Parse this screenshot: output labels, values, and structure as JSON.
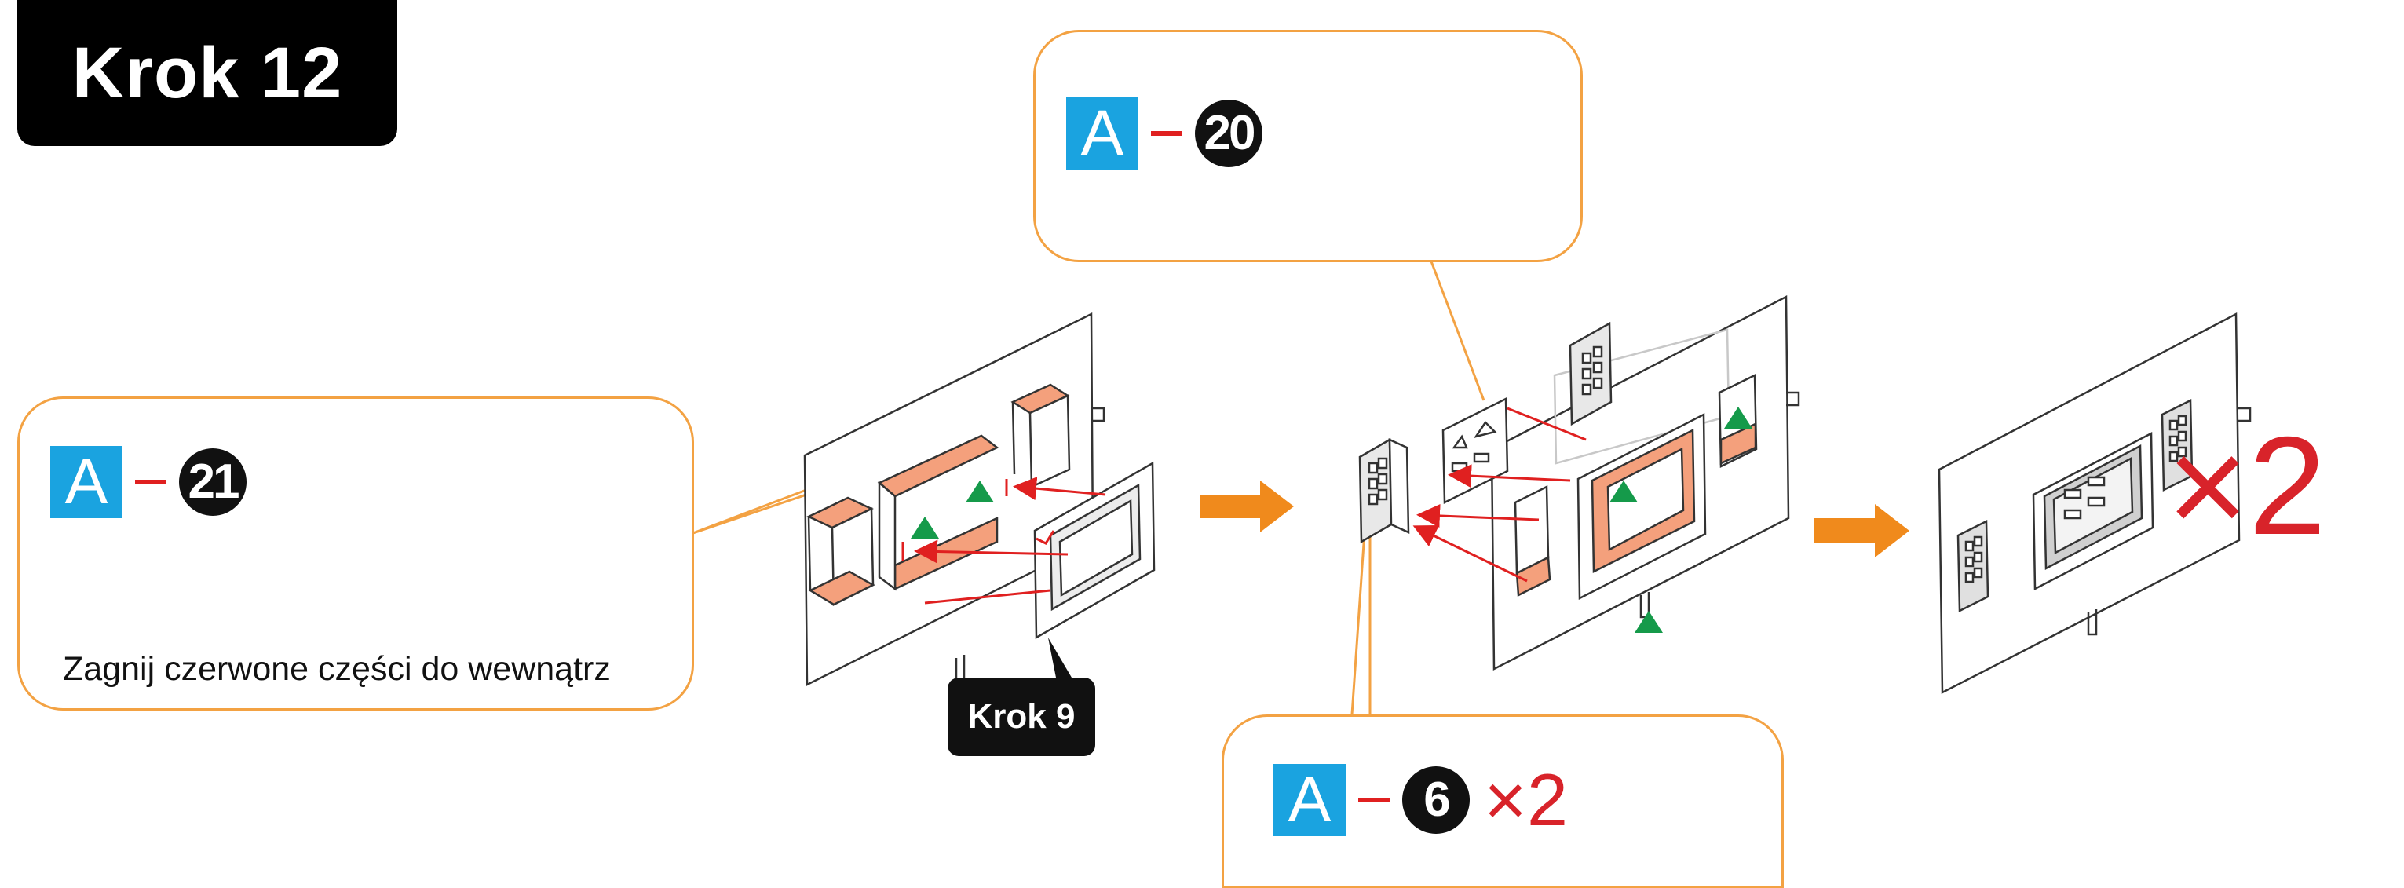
{
  "step": {
    "label": "Krok 12"
  },
  "reference": {
    "label": "Krok 9"
  },
  "callouts": {
    "part_21": {
      "letter": "A",
      "number": "21",
      "note": "Zagnij czerwone części do wewnątrz"
    },
    "part_20": {
      "letter": "A",
      "number": "20"
    },
    "part_6": {
      "letter": "A",
      "number": "6",
      "quantity": "×2"
    }
  },
  "result": {
    "quantity": "×2"
  },
  "colors": {
    "callout_border": "#f3a243",
    "fold_fill": "#f4a07c",
    "arrow_orange": "#f08a1c",
    "guide_red": "#e02020",
    "marker_green": "#159a4a",
    "letter_tile": "#1aa3e0",
    "quantity_red": "#d8232a"
  }
}
